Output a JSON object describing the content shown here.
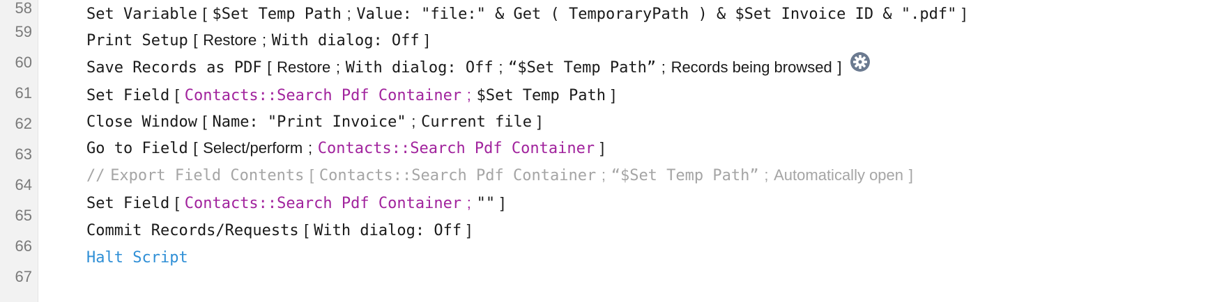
{
  "line_numbers": [
    "58",
    "59",
    "60",
    "61",
    "62",
    "63",
    "64",
    "65",
    "66",
    "67"
  ],
  "lines": [
    {
      "step": "Set Variable",
      "open": "[",
      "p1": "$Set Temp Path",
      "sep1": ";",
      "p2": "Value: \"file:\" & Get ( TemporaryPath ) & $Set Invoice ID & \".pdf\"",
      "close": "]"
    },
    {
      "step": "Print Setup",
      "open": "[",
      "p1": "Restore",
      "sep1": ";",
      "p2": "With dialog: Off",
      "close": "]"
    },
    {
      "step": "Save Records as PDF",
      "open": "[",
      "p1": "Restore",
      "sep1": ";",
      "p2": "With dialog: Off",
      "sep2": ";",
      "p3": "“$Set Temp Path”",
      "sep3": ";",
      "p4": "Records being browsed",
      "close": "]"
    },
    {
      "step": "Set Field",
      "open": "[",
      "field": "Contacts::Search Pdf Container",
      "sep1": ";",
      "p1": "$Set Temp Path",
      "close": "]"
    },
    {
      "step": "Close Window",
      "open": "[",
      "p1": "Name: \"Print Invoice\"",
      "sep1": ";",
      "p2": "Current file",
      "close": "]"
    },
    {
      "step": "Go to Field",
      "open": "[",
      "p1": "Select/perform",
      "sep1": ";",
      "field": "Contacts::Search Pdf Container",
      "close": "]"
    },
    {
      "prefix": "//",
      "step": "Export Field Contents",
      "open": "[",
      "p1": "Contacts::Search Pdf Container",
      "sep1": ";",
      "p2": "“$Set Temp Path”",
      "sep2": ";",
      "p3": "Automatically open",
      "close": "]"
    },
    {
      "step": "Set Field",
      "open": "[",
      "field": "Contacts::Search Pdf Container",
      "sep1": ";",
      "p1": "\"\"",
      "close": "]"
    },
    {
      "step": "Commit Records/Requests",
      "open": "[",
      "p1": "With dialog: Off",
      "close": "]"
    },
    {
      "step": "Halt Script"
    }
  ],
  "icons": {
    "options": "gear-icon"
  },
  "colors": {
    "field": "#a1239d",
    "comment": "#a5a5a5",
    "control": "#2f8fd6",
    "gutter_bg": "#f2f2f2",
    "gear": "#6b7a90"
  }
}
